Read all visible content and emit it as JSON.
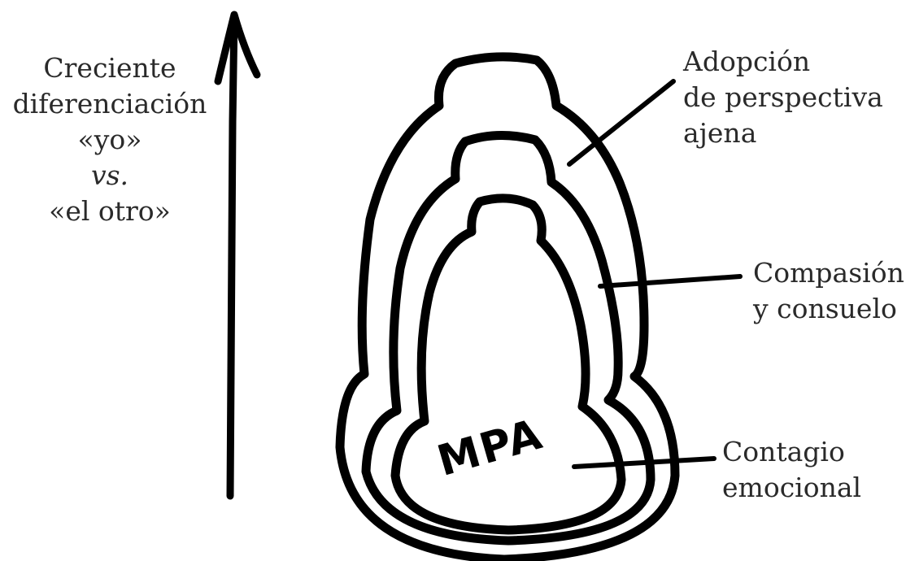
{
  "axis_label": {
    "line1": "Creciente",
    "line2": "diferenciación",
    "line3": "«yo»",
    "line4": "vs.",
    "line5": "«el otro»"
  },
  "layers": {
    "outer": {
      "line1": "Adopción",
      "line2": "de perspectiva",
      "line3": "ajena"
    },
    "middle": {
      "line1": "Compasión",
      "line2": "y consuelo"
    },
    "inner": {
      "line1": "Contagio",
      "line2": "emocional"
    }
  },
  "core_label": "MPA",
  "colors": {
    "stroke": "#000000",
    "text": "#2a2a2a",
    "background": "#ffffff"
  }
}
